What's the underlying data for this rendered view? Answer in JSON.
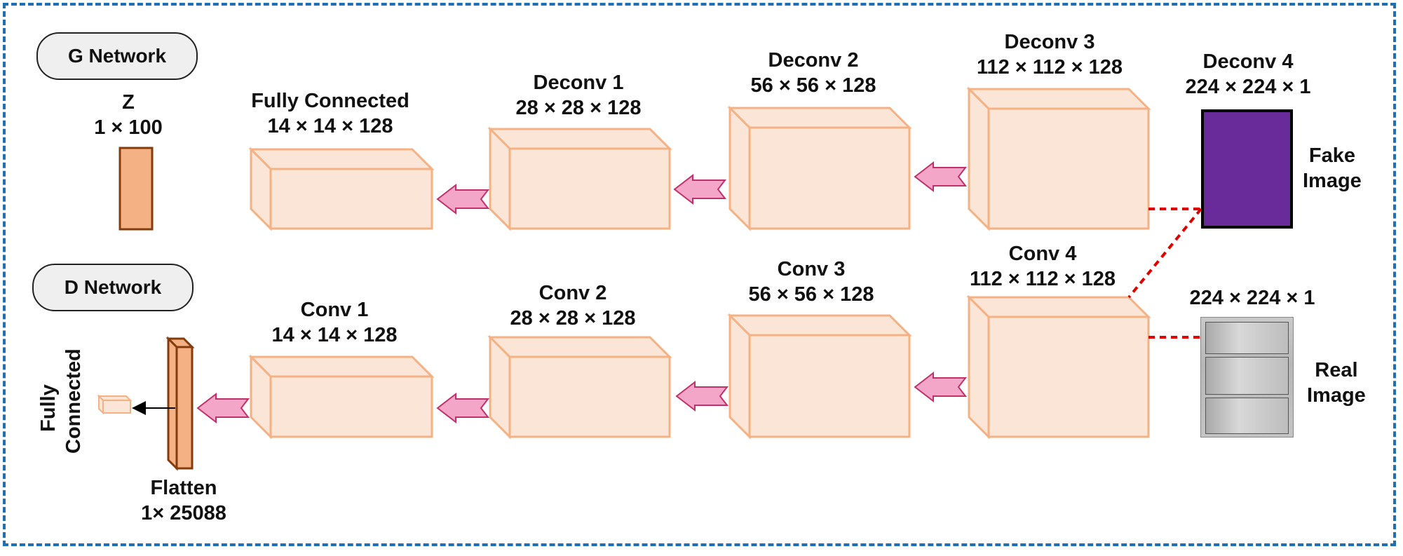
{
  "g_network": {
    "title": "G Network",
    "z": {
      "name": "Z",
      "dims": "1 × 100"
    },
    "fully_connected": {
      "name": "Fully Connected",
      "dims": "14 × 14 × 128"
    },
    "deconv1": {
      "name": "Deconv 1",
      "dims": "28 × 28 × 128"
    },
    "deconv2": {
      "name": "Deconv 2",
      "dims": "56 × 56 × 128"
    },
    "deconv3": {
      "name": "Deconv 3",
      "dims": "112 × 112 × 128"
    },
    "deconv4": {
      "name": "Deconv 4",
      "dims": "224 × 224 × 1"
    },
    "fake_image": {
      "line1": "Fake",
      "line2": "Image"
    }
  },
  "d_network": {
    "title": "D Network",
    "conv1": {
      "name": "Conv 1",
      "dims": "14 × 14 × 128"
    },
    "conv2": {
      "name": "Conv 2",
      "dims": "28 × 28 × 128"
    },
    "conv3": {
      "name": "Conv 3",
      "dims": "56 × 56 × 128"
    },
    "conv4": {
      "name": "Conv 4",
      "dims": "112 × 112 × 128"
    },
    "real_input": {
      "dims": "224 × 224 × 1"
    },
    "real_image": {
      "line1": "Real",
      "line2": "Image"
    },
    "flatten": {
      "name": "Flatten",
      "dims": "1× 25088"
    },
    "fully_connected": {
      "line1": "Fully",
      "line2": "Connected"
    }
  },
  "colors": {
    "block_fill": "#fbe5d6",
    "block_edge": "#f4b183",
    "z_fill": "#f4b183",
    "z_edge": "#843c0c",
    "arrow_fill": "#f4a6c8",
    "arrow_edge": "#c0306b",
    "dashed_link": "#e00000",
    "frame": "#1f6fb8",
    "fake_image": "#6a2b9a"
  }
}
